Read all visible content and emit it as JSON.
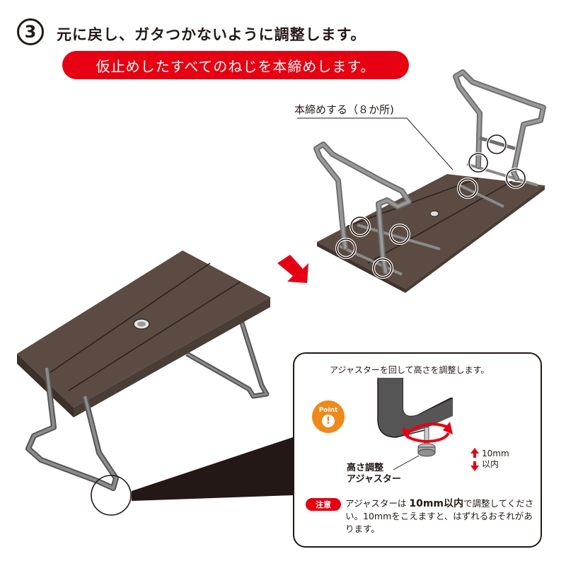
{
  "header": {
    "step_number": "3",
    "title": "元に戻し、ガタつかないように調整します。",
    "banner": "仮止めしたすべてのねじを本締めします。"
  },
  "callout": {
    "label": "本締めする（８か所)"
  },
  "point_box": {
    "caption": "アジャスターを回して高さを調整します。",
    "badge_label": "Point",
    "badge_mark": "!",
    "adjuster_label_line1": "高さ調整",
    "adjuster_label_line2": "アジャスター",
    "range_line1": "10mm",
    "range_line2": "以内",
    "caution_tag": "注意",
    "caution_pre": "アジャスターは ",
    "caution_bold": "10mm以内",
    "caution_post": "で調整してください。10mmをこえますと、はずれるおそれがあります。"
  },
  "colors": {
    "accent_red": "#e60012",
    "point_orange": "#ed8a1c",
    "wood": "#5b4b42",
    "wood_dark": "#3f332d",
    "frame": "#7a7a7a"
  }
}
